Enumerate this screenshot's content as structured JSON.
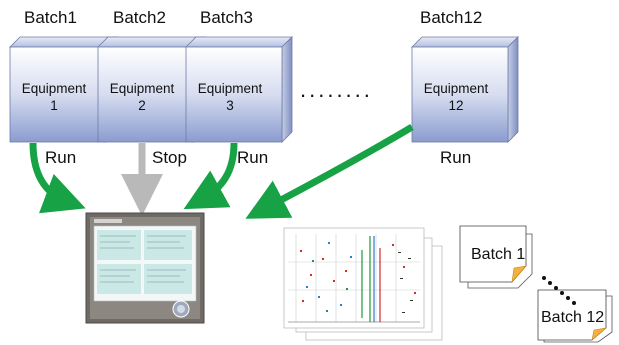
{
  "batches": [
    {
      "batch_label": "Batch1",
      "equipment_name": "Equipment",
      "equipment_number": "1",
      "state": "Run"
    },
    {
      "batch_label": "Batch2",
      "equipment_name": "Equipment",
      "equipment_number": "2",
      "state": "Stop"
    },
    {
      "batch_label": "Batch3",
      "equipment_name": "Equipment",
      "equipment_number": "3",
      "state": "Run"
    },
    {
      "batch_label": "Batch12",
      "equipment_name": "Equipment",
      "equipment_number": "12",
      "state": "Run"
    }
  ],
  "ellipsis": "........",
  "output_docs": {
    "first": "Batch 1",
    "last": "Batch 12"
  },
  "colors": {
    "run_arrow": "#17a345",
    "stop_arrow": "#b9b9b9",
    "cube_front_top": "#ffffff",
    "cube_front_bottom": "#8a9ccf",
    "recorder_frame": "#6f6a65"
  }
}
